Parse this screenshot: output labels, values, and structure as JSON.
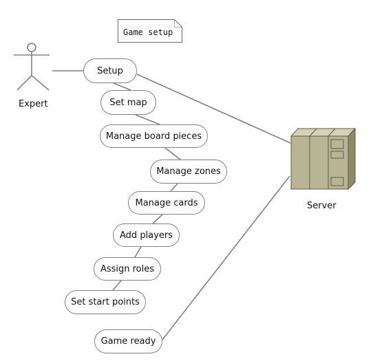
{
  "note": {
    "text": "Game setup"
  },
  "actors": {
    "expert": {
      "label": "Expert"
    },
    "server": {
      "label": "Server"
    }
  },
  "use_cases": [
    {
      "id": "setup",
      "label": "Setup"
    },
    {
      "id": "set-map",
      "label": "Set map"
    },
    {
      "id": "manage-board-pieces",
      "label": "Manage board pieces"
    },
    {
      "id": "manage-zones",
      "label": "Manage zones"
    },
    {
      "id": "manage-cards",
      "label": "Manage cards"
    },
    {
      "id": "add-players",
      "label": "Add players"
    },
    {
      "id": "assign-roles",
      "label": "Assign roles"
    },
    {
      "id": "set-start-points",
      "label": "Set start points"
    },
    {
      "id": "game-ready",
      "label": "Game ready"
    }
  ],
  "colors": {
    "line": "#808080",
    "server_front": "#b9b594",
    "server_side": "#8f8a63",
    "server_top": "#d3d0b6"
  }
}
